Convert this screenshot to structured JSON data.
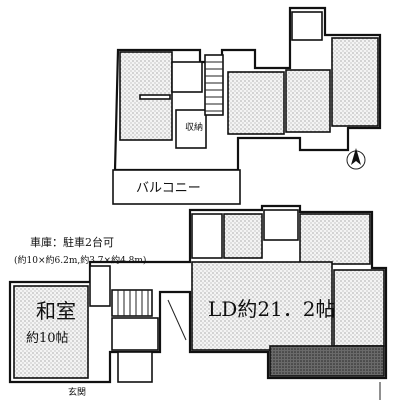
{
  "upper_floor": {
    "balcony_label": "バルコニー",
    "storage_label": "収納",
    "compass_label": "N"
  },
  "lower_floor": {
    "parking_label": "車庫：駐車2台可",
    "parking_note": "(約10×約6.2m,約3.7×約4.8m)",
    "washitsu_label": "和室",
    "washitsu_size": "約10帖",
    "ldk_label": "LD約21．2帖",
    "entrance_label": "玄関"
  }
}
